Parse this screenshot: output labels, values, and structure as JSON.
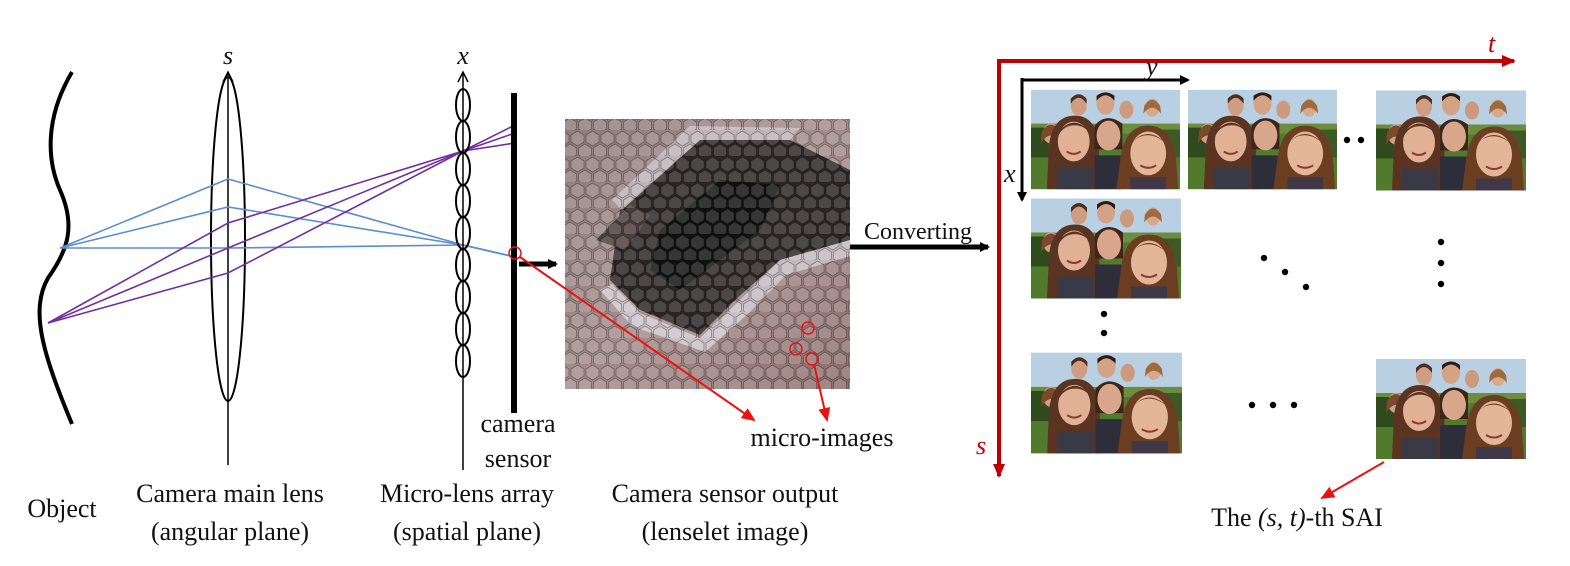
{
  "labels": {
    "object": "Object",
    "main_lens_1": "Camera main lens",
    "main_lens_2": "(angular plane)",
    "mla_1": "Micro-lens array",
    "mla_2": "(spatial plane)",
    "sensor_1": "camera",
    "sensor_2": "sensor",
    "output_1": "Camera sensor output",
    "output_2": "(lenselet image)",
    "micro_images": "micro-images",
    "converting": "Converting",
    "sai_prefix": "The ",
    "sai_math": "(s, t)",
    "sai_suffix": "-th SAI"
  },
  "axes": {
    "lens_axis": "s",
    "mla_axis": "x",
    "outer_t": "t",
    "outer_s": "s",
    "inner_y": "y",
    "inner_x": "x"
  },
  "colors": {
    "accent_red": "#c00000",
    "ray_blue": "#5b8fc9",
    "ray_purple": "#7030a0",
    "pointer_red": "#ee1111"
  }
}
